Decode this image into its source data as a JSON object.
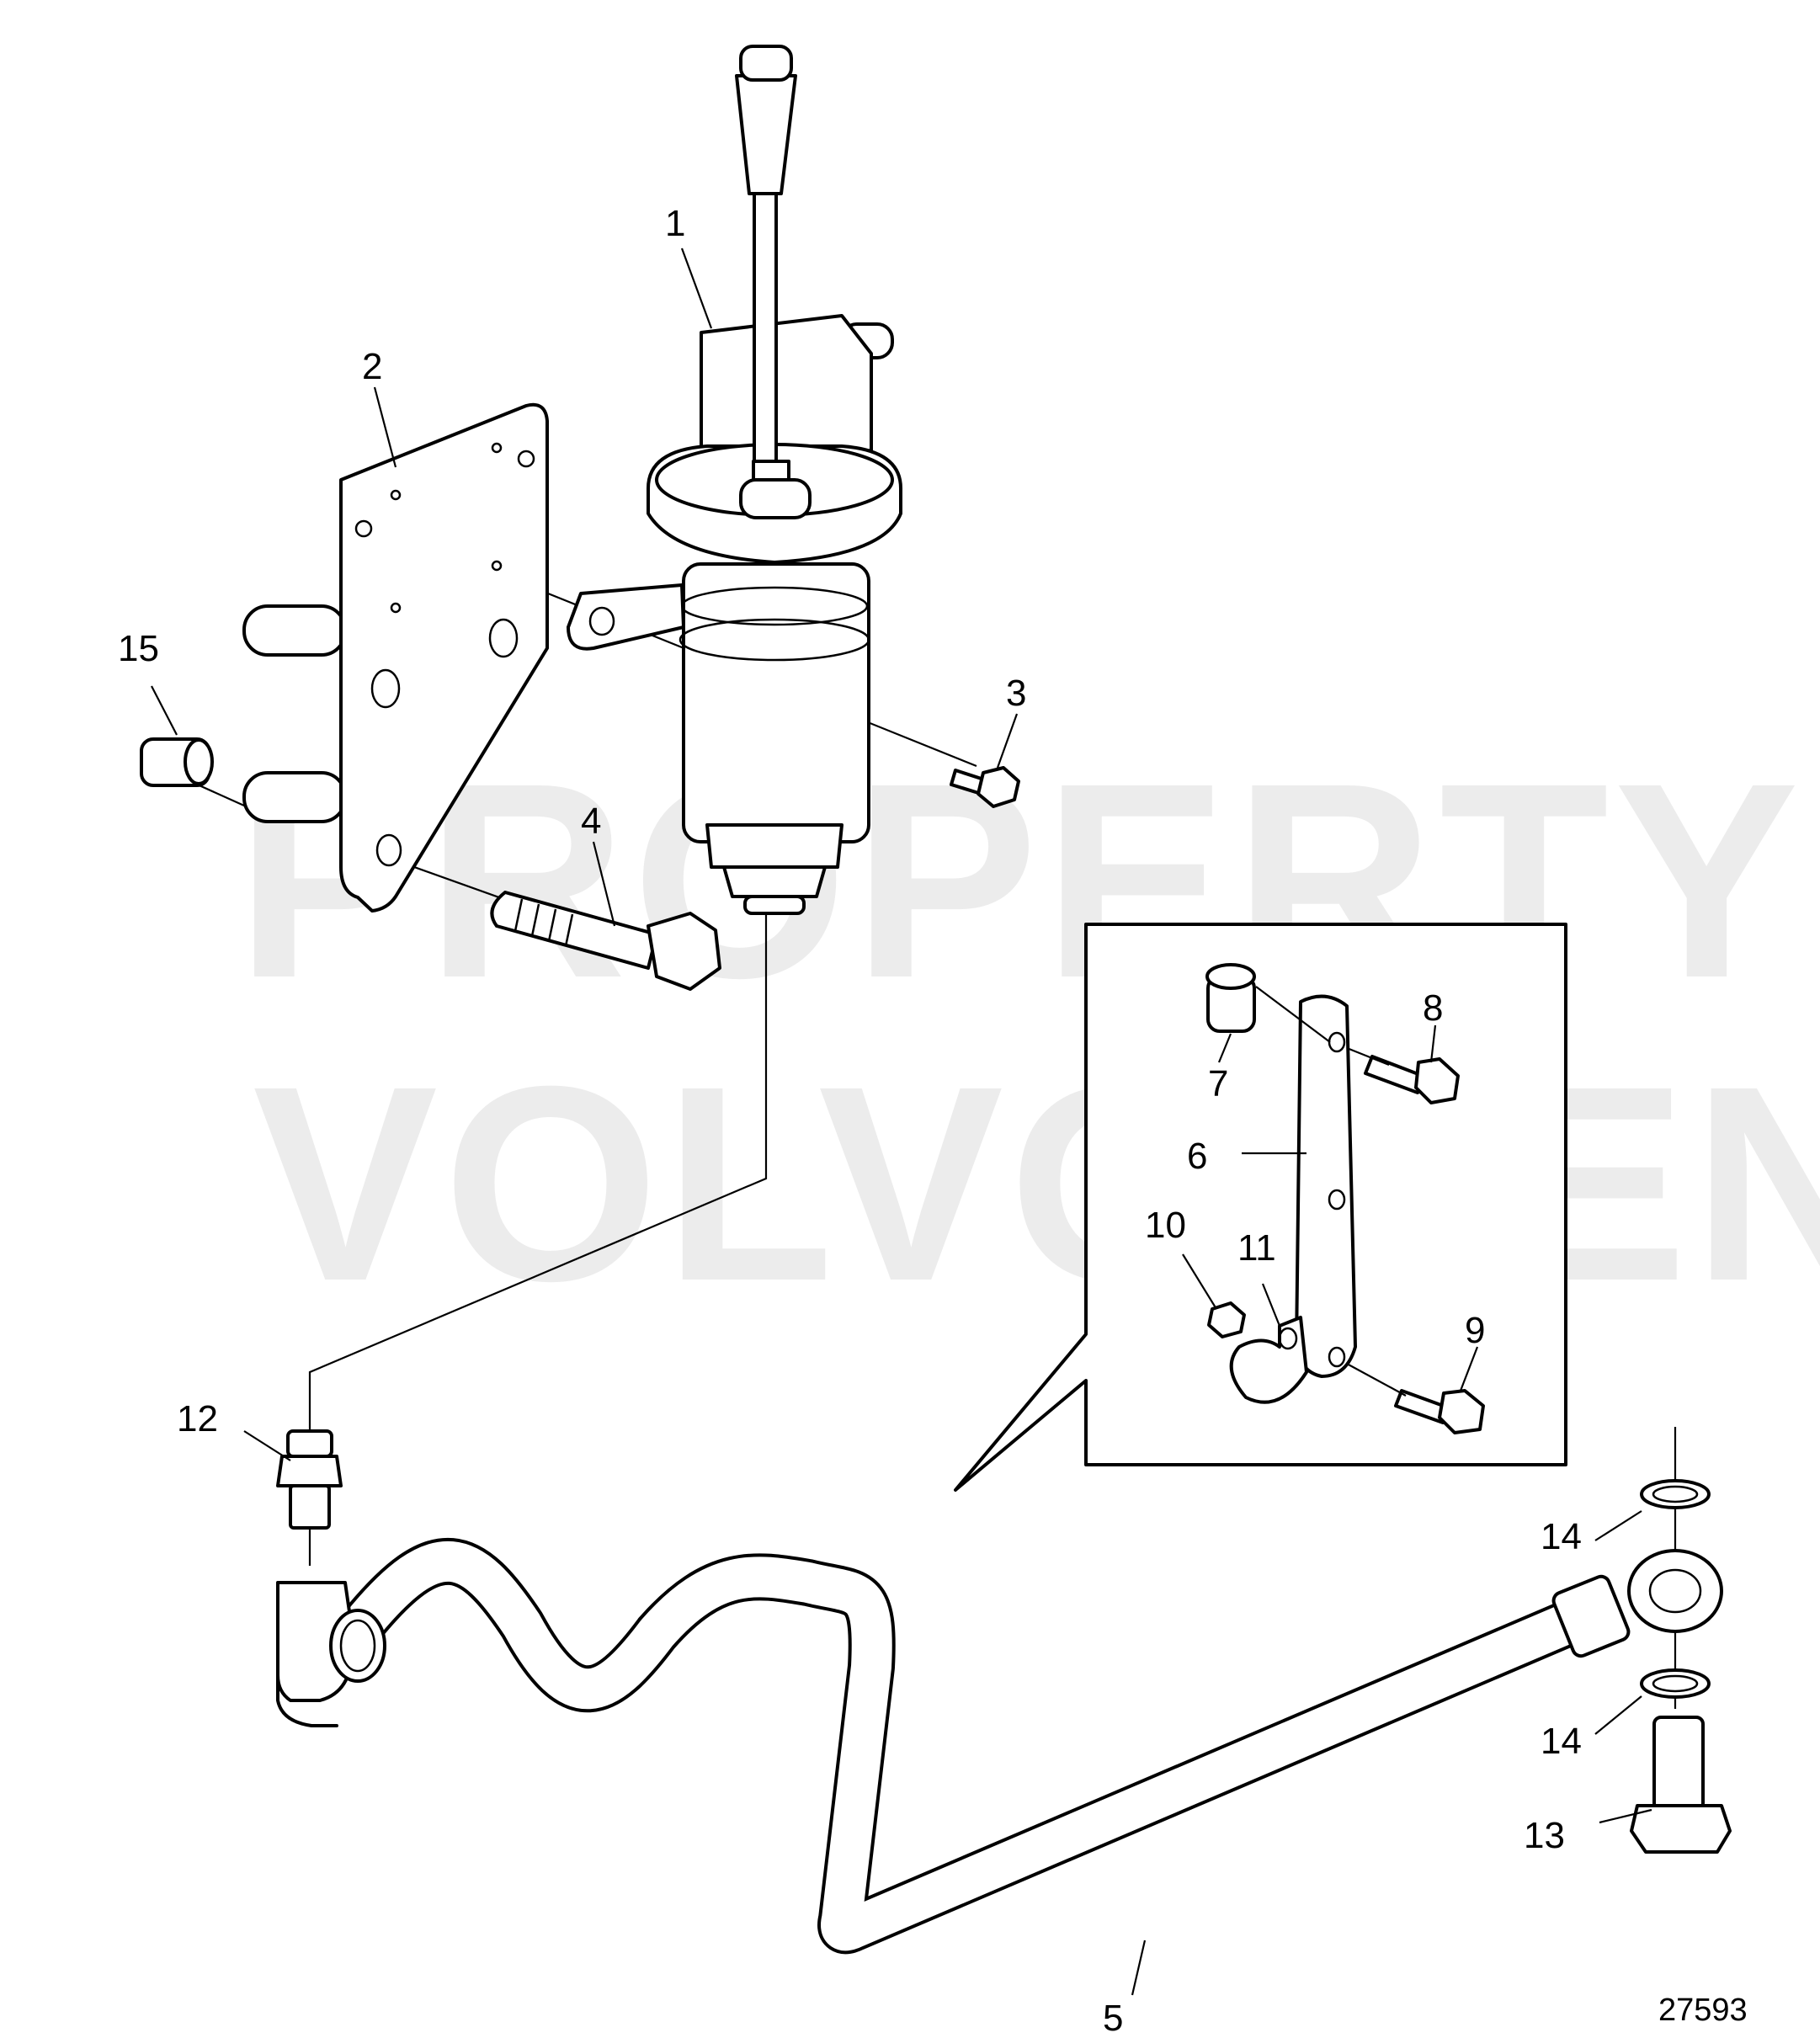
{
  "watermark": {
    "line1": "PROPERTY OF",
    "line2": "VOLVO PENTA"
  },
  "callouts": {
    "c1": "1",
    "c2": "2",
    "c3": "3",
    "c4": "4",
    "c5": "5",
    "c6": "6",
    "c7": "7",
    "c8": "8",
    "c9": "9",
    "c10": "10",
    "c11": "11",
    "c12": "12",
    "c13": "13",
    "c14a": "14",
    "c14b": "14",
    "c15": "15"
  },
  "drawing_number": "27593"
}
